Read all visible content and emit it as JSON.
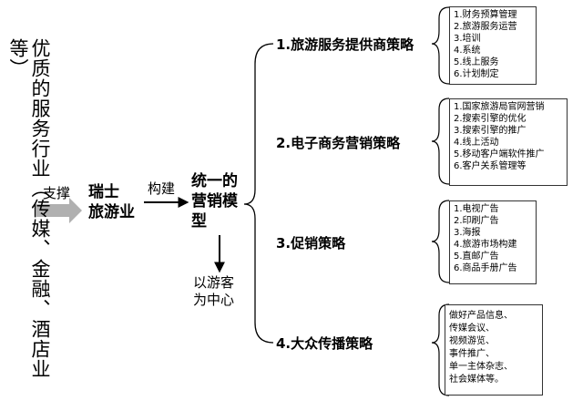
{
  "left_column": "优质的服务行业（传媒、金融、酒店业等）",
  "support_label": "支撑",
  "swiss_tourism": "瑞士\n旅游业",
  "build_label": "构建",
  "unified_model": "统一的\n营销模\n型",
  "center_label": "以游客\n为中心",
  "strategies": [
    {
      "title": "1.旅游服务提供商策略",
      "items": [
        "1.财务预算管理",
        "2.旅游服务运营",
        "3.培训",
        "4.系统",
        "5.线上服务",
        "6.计划制定"
      ]
    },
    {
      "title": "2.电子商务营销策略",
      "items": [
        "1.国家旅游局官网营销",
        "2.搜索引擎的优化",
        "3.搜索引擎的推广",
        "4.线上活动",
        "5.移动客户端软件推广",
        "6.客户关系管理等"
      ]
    },
    {
      "title": "3.促销策略",
      "items": [
        "1.电视广告",
        "2.印刷广告",
        "3.海报",
        "4.旅游市场构建",
        "5.直邮广告",
        "6.商品手册广告"
      ]
    },
    {
      "title": "4.大众传播策略",
      "items": [
        "做好产品信息、",
        "传媒会议、",
        "视频游览、",
        "事件推广、",
        "单一主体杂志、",
        "社会媒体等。"
      ]
    }
  ]
}
